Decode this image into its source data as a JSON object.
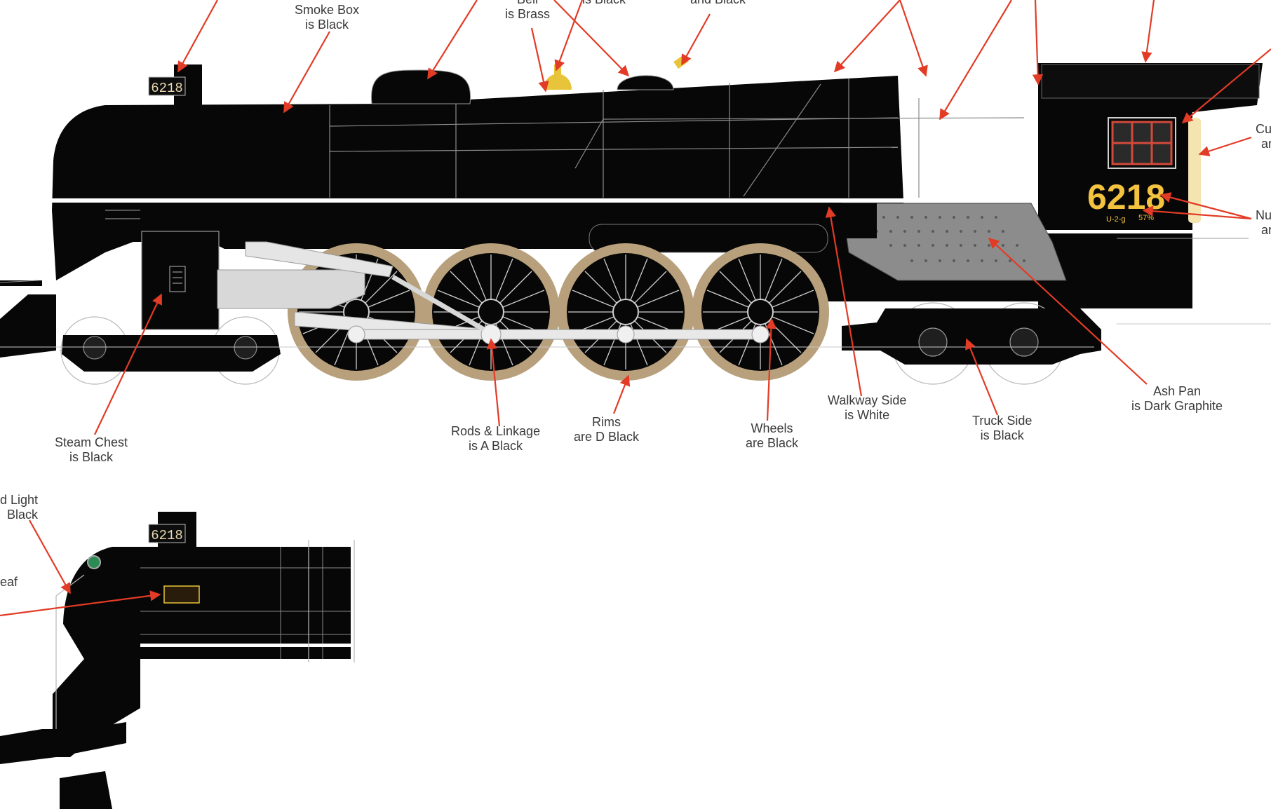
{
  "colors": {
    "body": "#070707",
    "wheel_tire": "#b8a07c",
    "rods": "#d8d8d8",
    "ash_pan": "#8c8c8c",
    "brass": "#e8c43a",
    "number": "#f3c23f",
    "curtain": "#f3e4b0",
    "arrow": "#e23b26",
    "outline": "#b8b8b8"
  },
  "locomotive": {
    "number_plate": "6218",
    "cab_number": "6218",
    "cab_class": "U-2-g",
    "cab_weight": "57%",
    "nose_number_plate": "6218"
  },
  "callouts": {
    "smoke_box": [
      "Smoke Box",
      "is Black"
    ],
    "bell": [
      "Bell",
      "is Brass"
    ],
    "top_partial_a": [
      "is Black"
    ],
    "top_partial_b": [
      "and Black"
    ],
    "steam_chest": [
      "Steam Chest",
      "is Black"
    ],
    "rods_linkage": [
      "Rods & Linkage",
      "is A Black"
    ],
    "rims": [
      "Rims",
      "are D Black"
    ],
    "wheels": [
      "Wheels",
      "are Black"
    ],
    "walkway_side": [
      "Walkway Side",
      "is White"
    ],
    "truck_side": [
      "Truck Side",
      "is Black"
    ],
    "ash_pan": [
      "Ash Pan",
      "is Dark Graphite"
    ],
    "curtain_partial": [
      "Cu",
      "ar"
    ],
    "number_partial": [
      "Nu",
      "ar"
    ],
    "headlight_partial": [
      "d Light",
      "Black"
    ],
    "leaf_partial": [
      "eaf"
    ]
  }
}
